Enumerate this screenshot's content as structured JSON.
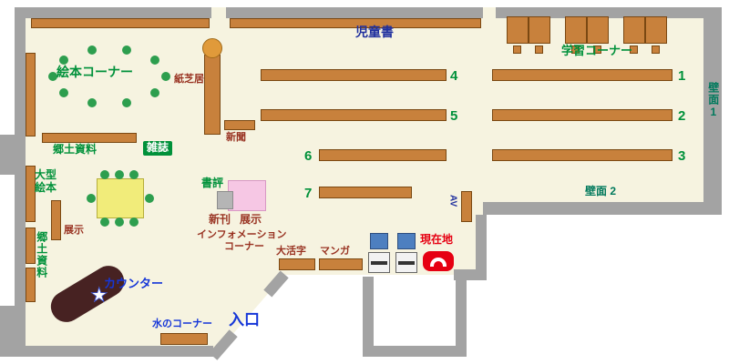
{
  "colors": {
    "floor": "#f6f3e0",
    "wall": "#a3a3a3",
    "shelf": "#c8813c",
    "shelf_border": "#7a4812",
    "green": "#00913a",
    "navy": "#1f2f9e",
    "teal": "#00795c",
    "maroon": "#993322",
    "red": "#e60012",
    "blue": "#1536d8",
    "counter": "#472222",
    "table_yellow": "#f1ec7a",
    "chair_green": "#2d9e4e",
    "pink": "#f6c7e4",
    "machine_blue": "#4d7fc0"
  },
  "labels": {
    "children_books": "児童書",
    "study_corner": "学習コーナー",
    "wall_1": "壁面1",
    "wall_2": "壁面 2",
    "picture_book_corner": "絵本コーナー",
    "kamishibai": "紙芝居",
    "newspaper": "新聞",
    "local_materials": "郷土資料",
    "magazines": "雑誌",
    "large_format_line1": "大型",
    "large_format_line2": "絵本",
    "exhibit_left": "展示",
    "local_materials_side": "郷土資料",
    "book_review": "書評",
    "new_arrivals": "新刊",
    "display": "展示",
    "information_line1": "インフォメーション",
    "information_line2": "コーナー",
    "large_print": "大活字",
    "manga": "マンガ",
    "current_location": "現在地",
    "av": "AV",
    "counter": "カウンター",
    "water_corner": "水のコーナー",
    "entrance": "入口"
  },
  "shelf_numbers": [
    "1",
    "2",
    "3",
    "4",
    "5",
    "6",
    "7"
  ],
  "icons": {
    "star_fill": "★",
    "star_outline": "☆"
  }
}
